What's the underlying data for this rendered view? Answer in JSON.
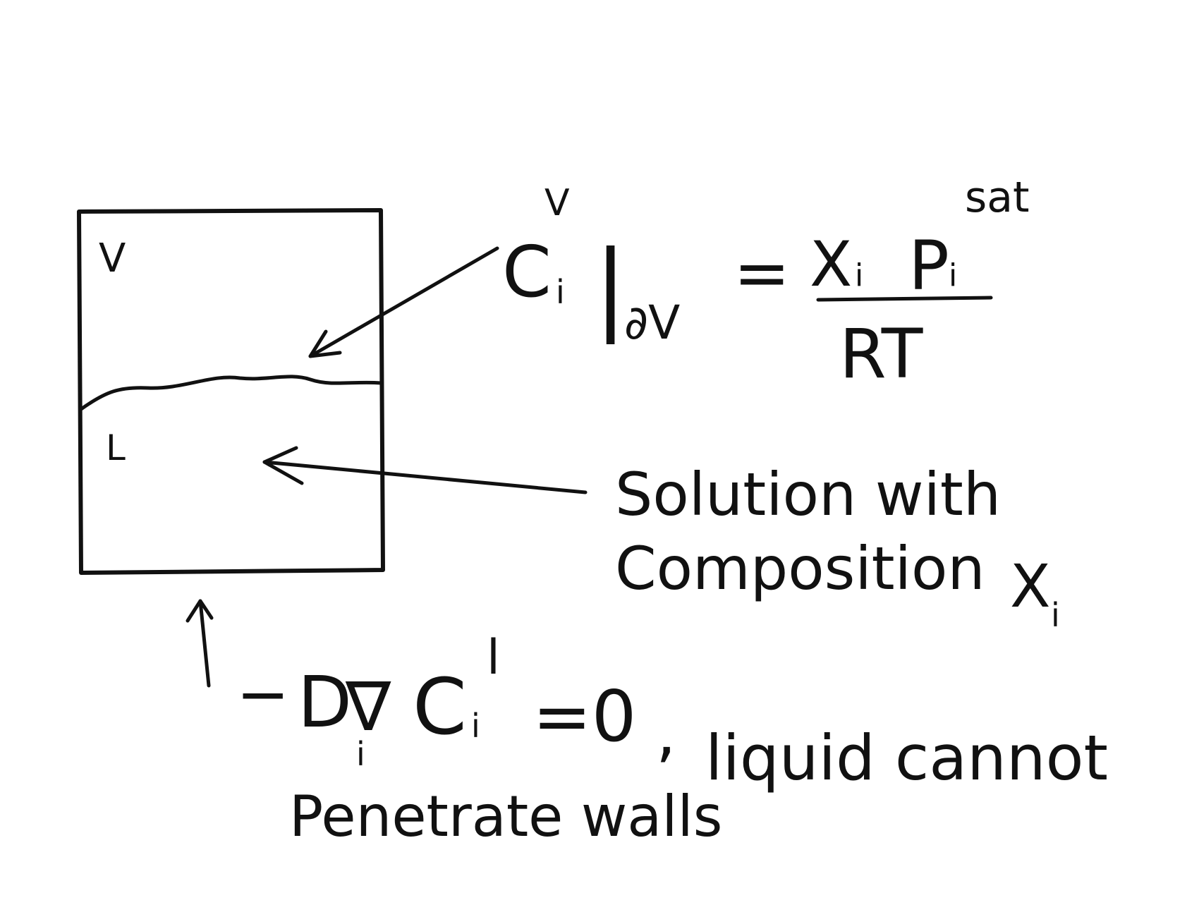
{
  "container": {
    "vapor_label": "V",
    "liquid_label": "L"
  },
  "equation": {
    "lhs_symbol": "C",
    "lhs_superscript": "V",
    "lhs_subscript": "i",
    "eval_bar": "|",
    "eval_subscript": "∂V",
    "equals": "=",
    "numerator_x": "X",
    "numerator_x_sub": "i",
    "numerator_p": "P",
    "numerator_p_sub": "i",
    "numerator_p_sup": "sat",
    "denominator": "RT"
  },
  "annotation": {
    "line1": "Solution with",
    "line2": "Composition",
    "line2_symbol": "X",
    "line2_symbol_sub": "i"
  },
  "boundary": {
    "minus": "−",
    "d_symbol": "D",
    "d_subscript": "i",
    "nabla": "∇",
    "c_symbol": "C",
    "c_superscript": "l",
    "c_subscript": "i",
    "equals_zero": "=0",
    "comma": ",",
    "text_line1": "liquid cannot",
    "text_line2": "Penetrate walls"
  },
  "colors": {
    "ink": "#111111",
    "board": "#ffffff"
  }
}
